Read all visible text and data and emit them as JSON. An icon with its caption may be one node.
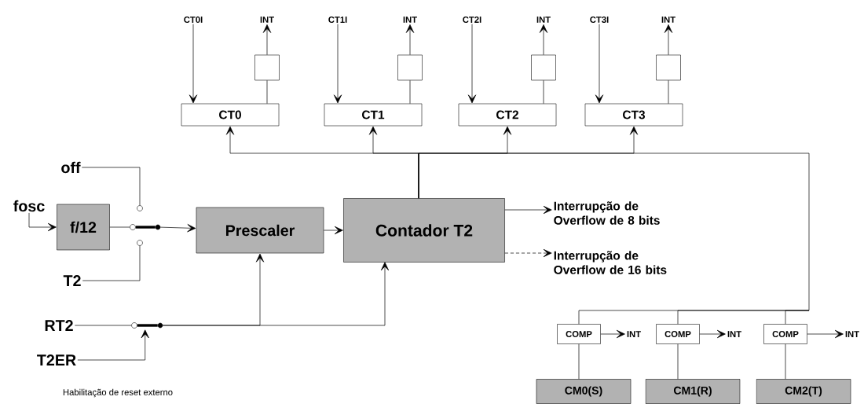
{
  "diagram": {
    "nodes": [
      {
        "text": [
          "CT0I"
        ]
      },
      {
        "text": [
          "INT"
        ]
      },
      {
        "text": [],
        "shape": "box"
      },
      {
        "text": [
          "CT0"
        ]
      },
      {
        "text": [
          "CT1I"
        ]
      },
      {
        "text": [
          "INT"
        ]
      },
      {
        "text": [],
        "shape": "box"
      },
      {
        "text": [
          "CT1"
        ]
      },
      {
        "text": [
          "CT2I"
        ]
      },
      {
        "text": [
          "INT"
        ]
      },
      {
        "text": [],
        "shape": "box"
      },
      {
        "text": [
          "CT2"
        ]
      },
      {
        "text": [
          "CT3I"
        ]
      },
      {
        "text": [
          "INT"
        ]
      },
      {
        "text": [],
        "shape": "box"
      },
      {
        "text": [
          "CT3"
        ]
      },
      {
        "text": [
          "off"
        ]
      },
      {
        "text": [
          "fosc"
        ]
      },
      {
        "text": [
          "f/12"
        ]
      },
      {
        "text": [
          "T2"
        ]
      },
      {
        "text": [],
        "shape": "circle"
      },
      {
        "text": [],
        "shape": "circle"
      },
      {
        "text": [],
        "shape": "circle"
      },
      {
        "text": [],
        "shape": "dot"
      },
      {
        "text": [
          "Prescaler"
        ]
      },
      {
        "text": [
          "Contador T2"
        ]
      },
      {
        "text": [
          "Interrupção de Overflow de 8 bits"
        ]
      },
      {
        "text": [
          "Interrupção de Overflow de 16 bits"
        ]
      },
      {
        "text": [
          "RT2"
        ]
      },
      {
        "text": [
          "T2ER"
        ]
      },
      {
        "text": [],
        "shape": "circle"
      },
      {
        "text": [],
        "shape": "dot"
      },
      {
        "text": [
          "COMP"
        ]
      },
      {
        "text": [
          "INT"
        ]
      },
      {
        "text": [
          "COMP"
        ]
      },
      {
        "text": [
          "INT"
        ]
      },
      {
        "text": [
          "COMP"
        ]
      },
      {
        "text": [
          "INT"
        ]
      },
      {
        "text": [
          "CM0(S)"
        ]
      },
      {
        "text": [
          "CM1(R)"
        ]
      },
      {
        "text": [
          "CM2(T)"
        ]
      }
    ],
    "edges": [
      {
        "from": 0,
        "to": 3,
        "arrow": "to"
      },
      {
        "from": 3,
        "to": 2,
        "arrow": "none"
      },
      {
        "from": 2,
        "to": 1,
        "arrow": "to"
      },
      {
        "from": 4,
        "to": 7,
        "arrow": "to"
      },
      {
        "from": 7,
        "to": 6,
        "arrow": "none"
      },
      {
        "from": 6,
        "to": 5,
        "arrow": "to"
      },
      {
        "from": 8,
        "to": 11,
        "arrow": "to"
      },
      {
        "from": 11,
        "to": 10,
        "arrow": "none"
      },
      {
        "from": 10,
        "to": 9,
        "arrow": "to"
      },
      {
        "from": 12,
        "to": 15,
        "arrow": "to"
      },
      {
        "from": 15,
        "to": 14,
        "arrow": "none"
      },
      {
        "from": 14,
        "to": 13,
        "arrow": "to"
      },
      {
        "from": 25,
        "to": 3,
        "arrow": "to"
      },
      {
        "from": 25,
        "to": 7,
        "arrow": "to"
      },
      {
        "from": 25,
        "to": 11,
        "arrow": "to"
      },
      {
        "from": 25,
        "to": 15,
        "arrow": "to"
      },
      {
        "from": 25,
        "to": 32,
        "arrow": "none"
      },
      {
        "from": 25,
        "to": 34,
        "arrow": "none"
      },
      {
        "from": 25,
        "to": 36,
        "arrow": "none"
      },
      {
        "from": 32,
        "to": 33,
        "arrow": "to"
      },
      {
        "from": 32,
        "to": 38,
        "arrow": "none"
      },
      {
        "from": 34,
        "to": 35,
        "arrow": "to"
      },
      {
        "from": 34,
        "to": 39,
        "arrow": "none"
      },
      {
        "from": 36,
        "to": 37,
        "arrow": "to"
      },
      {
        "from": 36,
        "to": 40,
        "arrow": "none"
      },
      {
        "from": 17,
        "to": 18,
        "arrow": "to"
      },
      {
        "from": 18,
        "to": 21,
        "arrow": "none"
      },
      {
        "from": 16,
        "to": 20,
        "arrow": "none"
      },
      {
        "from": 19,
        "to": 22,
        "arrow": "none"
      },
      {
        "from": 21,
        "to": 23,
        "arrow": "none",
        "style": "thick"
      },
      {
        "from": 23,
        "to": 24,
        "arrow": "to"
      },
      {
        "from": 24,
        "to": 25,
        "arrow": "to"
      },
      {
        "from": 25,
        "to": 26,
        "arrow": "to"
      },
      {
        "from": 25,
        "to": 27,
        "arrow": "to",
        "style": "dashed"
      },
      {
        "from": 28,
        "to": 30,
        "arrow": "none"
      },
      {
        "from": 30,
        "to": 31,
        "arrow": "none",
        "style": "thick"
      },
      {
        "from": 31,
        "to": 24,
        "arrow": "to"
      },
      {
        "from": 31,
        "to": 25,
        "arrow": "to"
      },
      {
        "from": 29,
        "to": 31,
        "arrow": "to"
      }
    ],
    "labels": [
      "Habilitação de reset externo"
    ]
  }
}
